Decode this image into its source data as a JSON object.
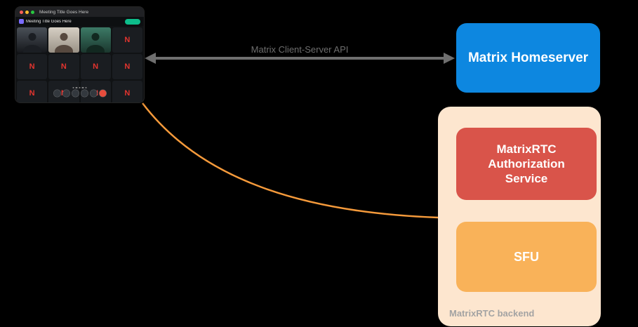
{
  "background": "#000000",
  "client": {
    "window_tab_title": "Meeting Title Goes Here",
    "header_title": "Meeting Title Goes Here",
    "tile_letter": "N"
  },
  "api_arrow": {
    "label": "Matrix Client-Server API",
    "color": "#6f6f6f"
  },
  "homeserver": {
    "label": "Matrix Homeserver",
    "color": "#0d87e0",
    "text_color": "#ffffff"
  },
  "backend": {
    "label": "MatrixRTC backend",
    "container_color": "#fde6cf",
    "label_color": "#a3a3a3",
    "services": [
      {
        "label": "MatrixRTC Authorization Service",
        "color": "#d9544a"
      },
      {
        "label": "SFU",
        "color": "#f9b259"
      }
    ]
  },
  "media_connection": {
    "color": "#f59a3b"
  }
}
